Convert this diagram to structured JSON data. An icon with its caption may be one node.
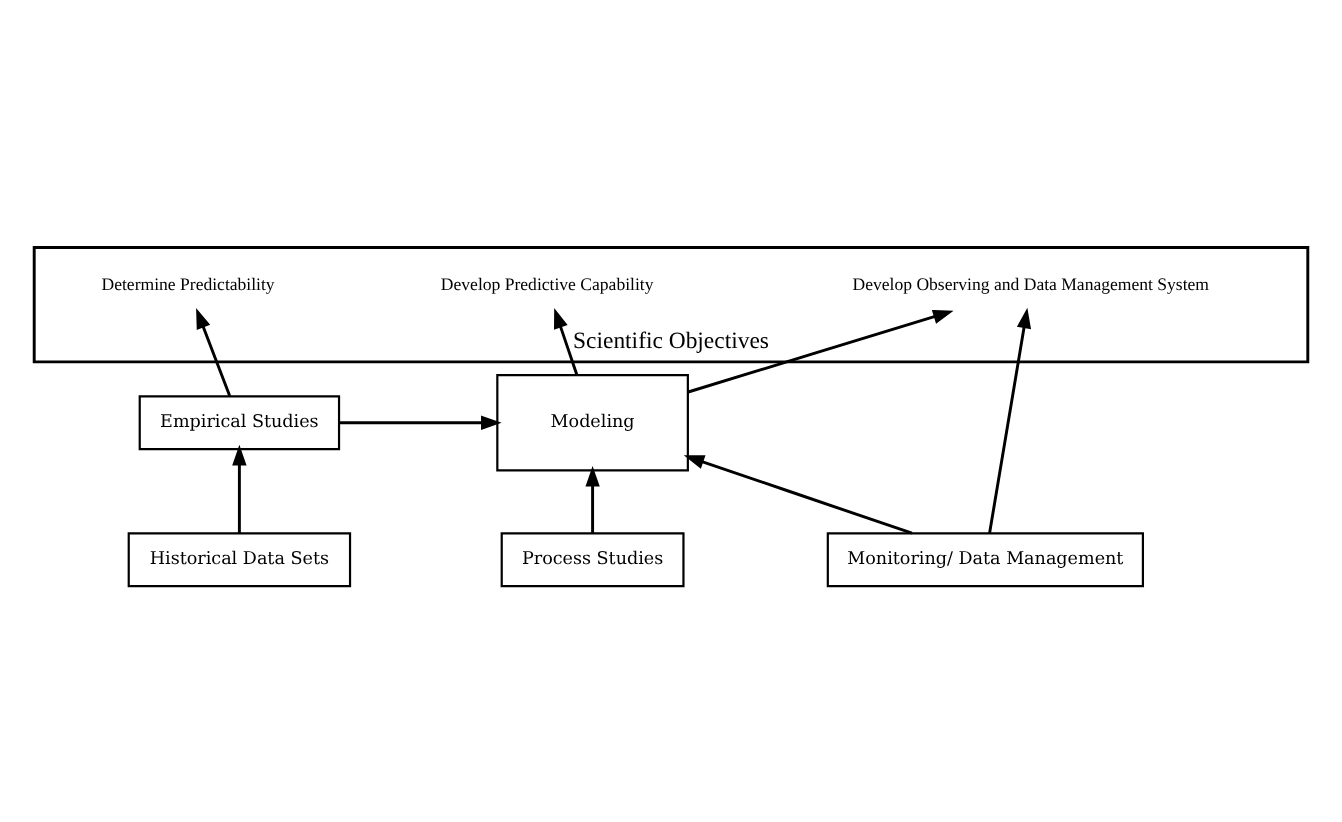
{
  "diagram": {
    "nodes": [
      {
        "text": [
          "Scientific Objectives"
        ]
      },
      {
        "text": [
          "Determine Predictability"
        ],
        "in": 0
      },
      {
        "text": [
          "Develop Predictive Capability"
        ],
        "in": 0
      },
      {
        "text": [
          "Develop Observing and Data Management System"
        ],
        "in": 0
      },
      {
        "text": [
          "Empirical Studies"
        ]
      },
      {
        "text": [
          "Modeling"
        ]
      },
      {
        "text": [
          "Historical Data Sets"
        ]
      },
      {
        "text": [
          "Process Studies"
        ]
      },
      {
        "text": [
          "Monitoring/ Data Management"
        ]
      }
    ],
    "edges": [
      {
        "from": 4,
        "to": 1,
        "arrow": "to"
      },
      {
        "from": 5,
        "to": 2,
        "arrow": "to"
      },
      {
        "from": 5,
        "to": 3,
        "arrow": "to"
      },
      {
        "from": 8,
        "to": 3,
        "arrow": "to"
      },
      {
        "from": 6,
        "to": 4,
        "arrow": "to"
      },
      {
        "from": 4,
        "to": 5,
        "arrow": "to"
      },
      {
        "from": 7,
        "to": 5,
        "arrow": "to"
      },
      {
        "from": 8,
        "to": 5,
        "arrow": "to"
      }
    ]
  }
}
